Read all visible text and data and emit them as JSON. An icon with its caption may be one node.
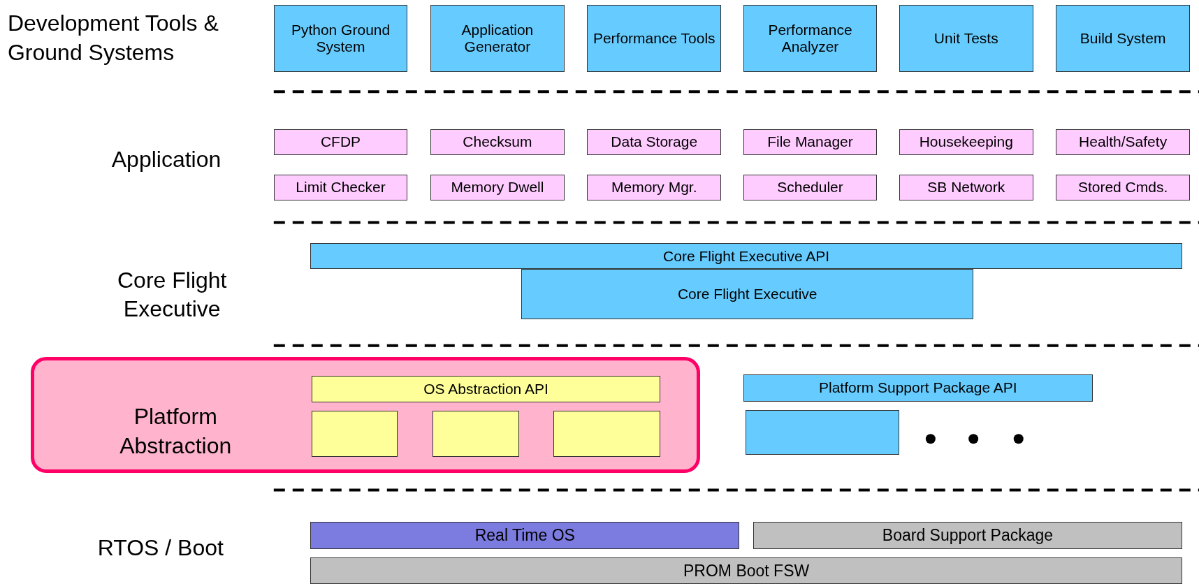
{
  "diagram": {
    "nodes": [
      {
        "text": [
          "Python Ground System"
        ]
      },
      {
        "text": [
          "Application Generator"
        ]
      },
      {
        "text": [
          "Performance Tools"
        ]
      },
      {
        "text": [
          "Performance Analyzer"
        ]
      },
      {
        "text": [
          "Unit Tests"
        ]
      },
      {
        "text": [
          "Build System"
        ]
      },
      {
        "text": [
          "CFDP"
        ]
      },
      {
        "text": [
          "Checksum"
        ]
      },
      {
        "text": [
          "Data Storage"
        ]
      },
      {
        "text": [
          "File Manager"
        ]
      },
      {
        "text": [
          "Housekeeping"
        ]
      },
      {
        "text": [
          "Health/Safety"
        ]
      },
      {
        "text": [
          "Limit Checker"
        ]
      },
      {
        "text": [
          "Memory Dwell"
        ]
      },
      {
        "text": [
          "Memory Mgr."
        ]
      },
      {
        "text": [
          "Scheduler"
        ]
      },
      {
        "text": [
          "SB Network"
        ]
      },
      {
        "text": [
          "Stored Cmds."
        ]
      },
      {
        "text": [
          "Core Flight Executive API"
        ]
      },
      {
        "text": [
          "Core Flight Executive"
        ]
      },
      {
        "text": [
          "Platform Abstraction"
        ]
      },
      {
        "text": [
          "OS Abstraction API"
        ],
        "in": 20
      },
      {
        "text": [],
        "shape": "box",
        "in": 20
      },
      {
        "text": [],
        "shape": "box",
        "in": 20
      },
      {
        "text": [],
        "shape": "box",
        "in": 20
      },
      {
        "text": [
          "Platform Support Package API"
        ]
      },
      {
        "text": [],
        "shape": "box"
      },
      {
        "text": [
          "Real Time OS"
        ]
      },
      {
        "text": [
          "Board Support Package"
        ]
      },
      {
        "text": [
          "PROM Boot FSW"
        ]
      }
    ],
    "edges": [],
    "labels": [
      "Development Tools & Ground Systems",
      "Application",
      "Core Flight Executive",
      "RTOS / Boot"
    ]
  }
}
